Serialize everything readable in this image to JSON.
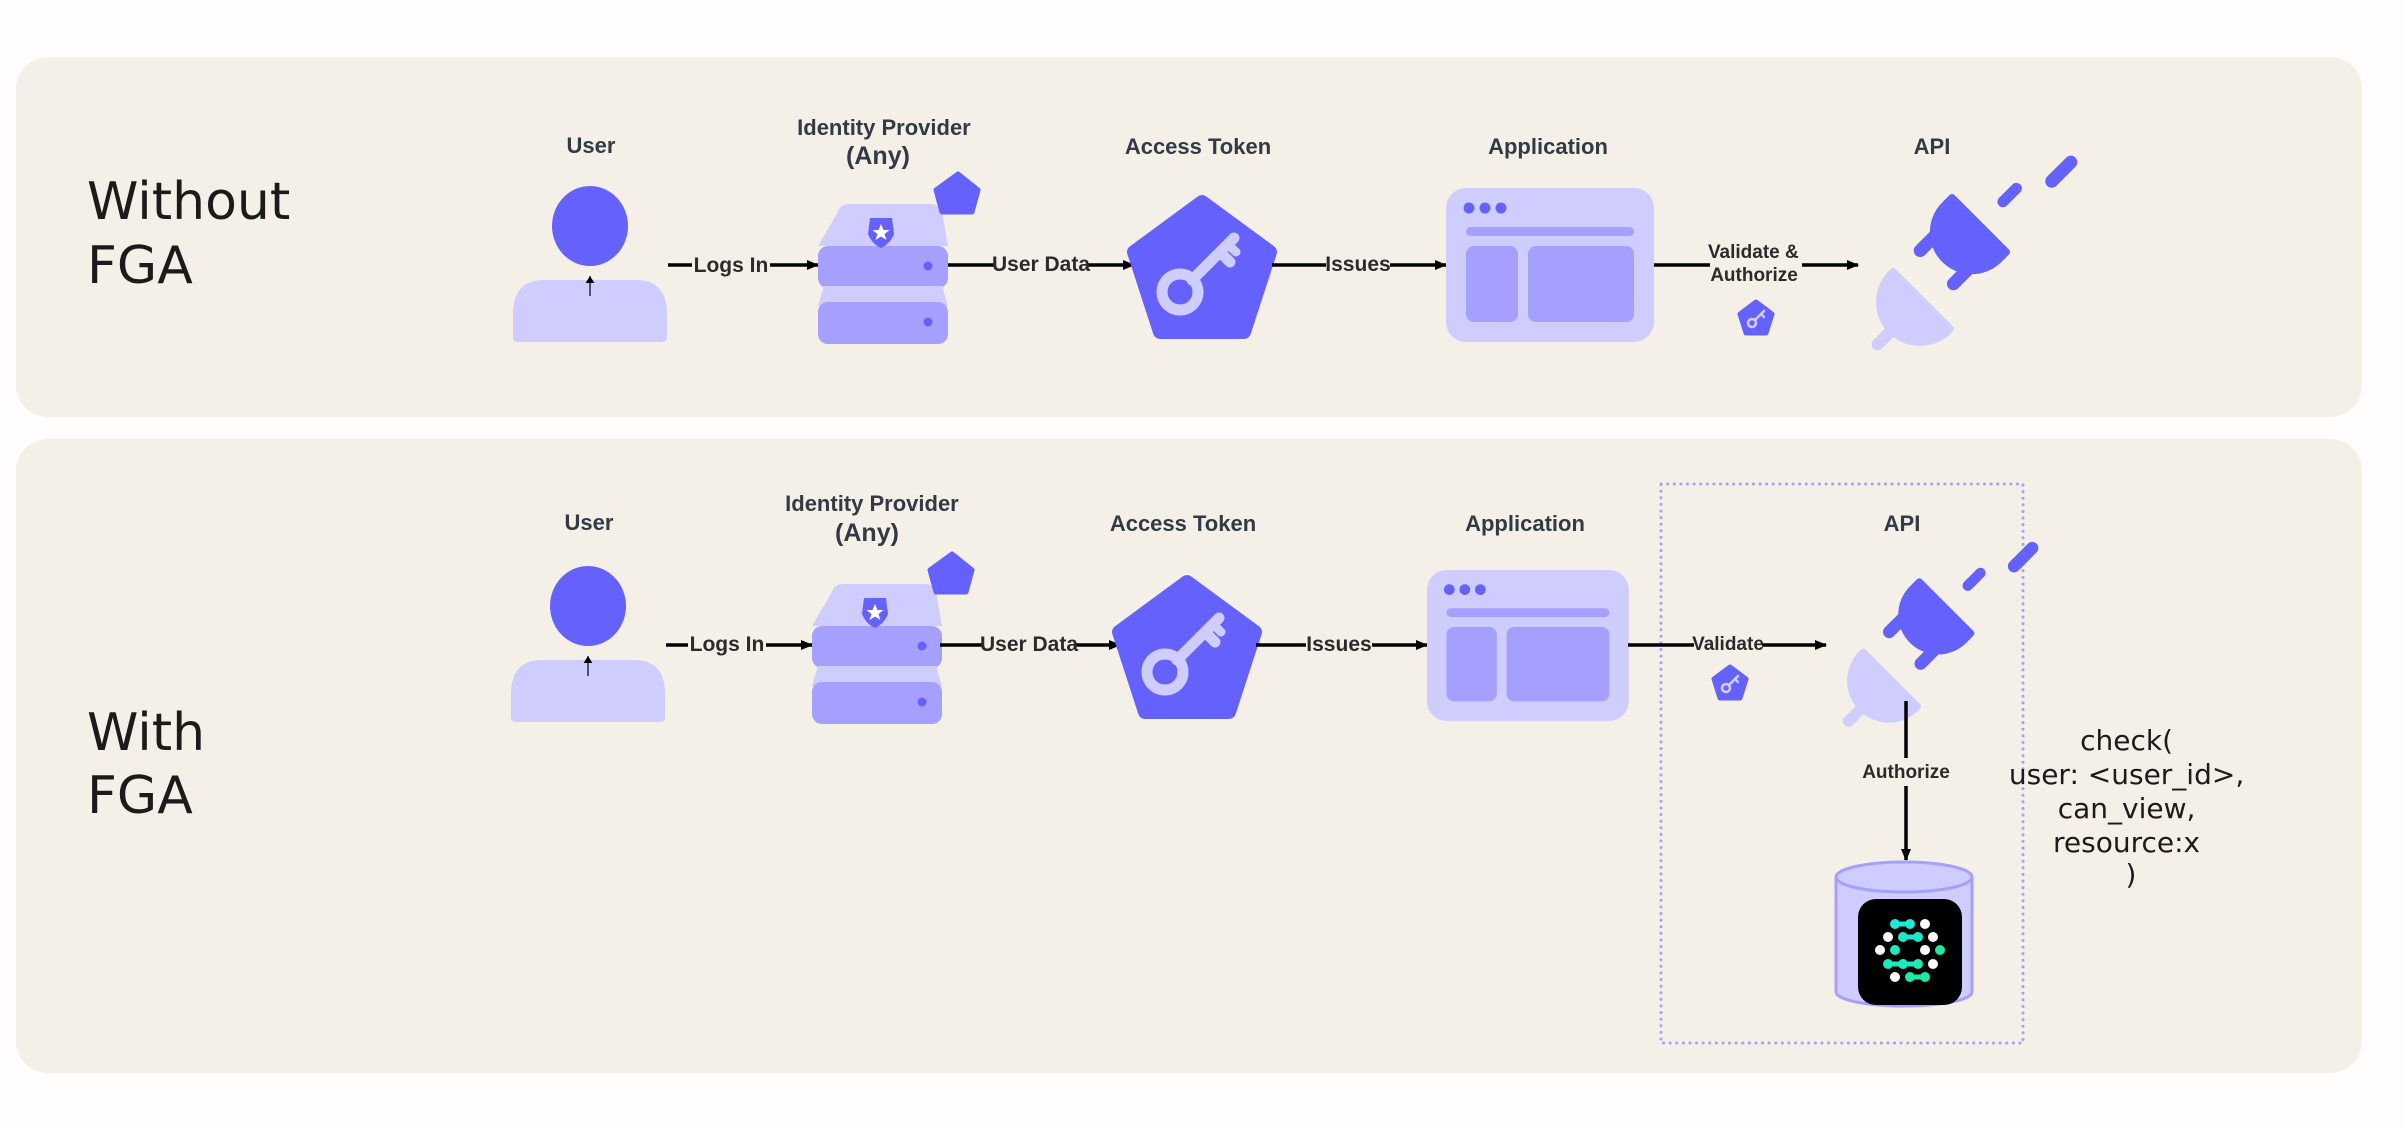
{
  "colors": {
    "page_background": "#fefdfb",
    "panel_background": "#f4f0e8",
    "primary_purple": "#6461fd",
    "light_purple": "#cfcdfe",
    "mid_purple": "#a59ffe",
    "fga_teal": "#1de9c4",
    "edge": "#000000",
    "dotted_boundary": "#a59ffe"
  },
  "panels": [
    {
      "id": "without-fga",
      "title_lines": [
        "Without",
        "FGA"
      ],
      "nodes": {
        "user": {
          "label": "User",
          "icon": "user-icon"
        },
        "idp": {
          "label_lines": [
            "Identity Provider",
            "(Any)"
          ],
          "icon": "server-stack-icon"
        },
        "token": {
          "label": "Access Token",
          "icon": "key-pentagon-icon"
        },
        "app": {
          "label": "Application",
          "icon": "browser-window-icon"
        },
        "api": {
          "label": "API",
          "icon": "plug-icon"
        }
      },
      "edges": [
        {
          "from": "user",
          "to": "idp",
          "label": "Logs In"
        },
        {
          "from": "idp",
          "to": "token",
          "label": "User Data"
        },
        {
          "from": "token",
          "to": "app",
          "label": "Issues"
        },
        {
          "from": "app",
          "to": "api",
          "label_lines": [
            "Validate &",
            "Authorize"
          ],
          "badge": "key-badge-icon"
        }
      ]
    },
    {
      "id": "with-fga",
      "title_lines": [
        "With",
        "FGA"
      ],
      "nodes": {
        "user": {
          "label": "User",
          "icon": "user-icon"
        },
        "idp": {
          "label_lines": [
            "Identity Provider",
            "(Any)"
          ],
          "icon": "server-stack-icon"
        },
        "token": {
          "label": "Access Token",
          "icon": "key-pentagon-icon"
        },
        "app": {
          "label": "Application",
          "icon": "browser-window-icon"
        },
        "api": {
          "label": "API",
          "icon": "plug-icon"
        },
        "fga": {
          "icon": "fga-database-icon"
        }
      },
      "edges": [
        {
          "from": "user",
          "to": "idp",
          "label": "Logs In"
        },
        {
          "from": "idp",
          "to": "token",
          "label": "User Data"
        },
        {
          "from": "token",
          "to": "app",
          "label": "Issues"
        },
        {
          "from": "app",
          "to": "api",
          "label": "Validate",
          "badge": "key-badge-icon"
        },
        {
          "from": "api",
          "to": "fga",
          "label": "Authorize"
        }
      ],
      "check_call_lines": [
        "check(",
        "user: <user_id>,",
        "can_view,",
        "resource:x",
        ")"
      ]
    }
  ]
}
